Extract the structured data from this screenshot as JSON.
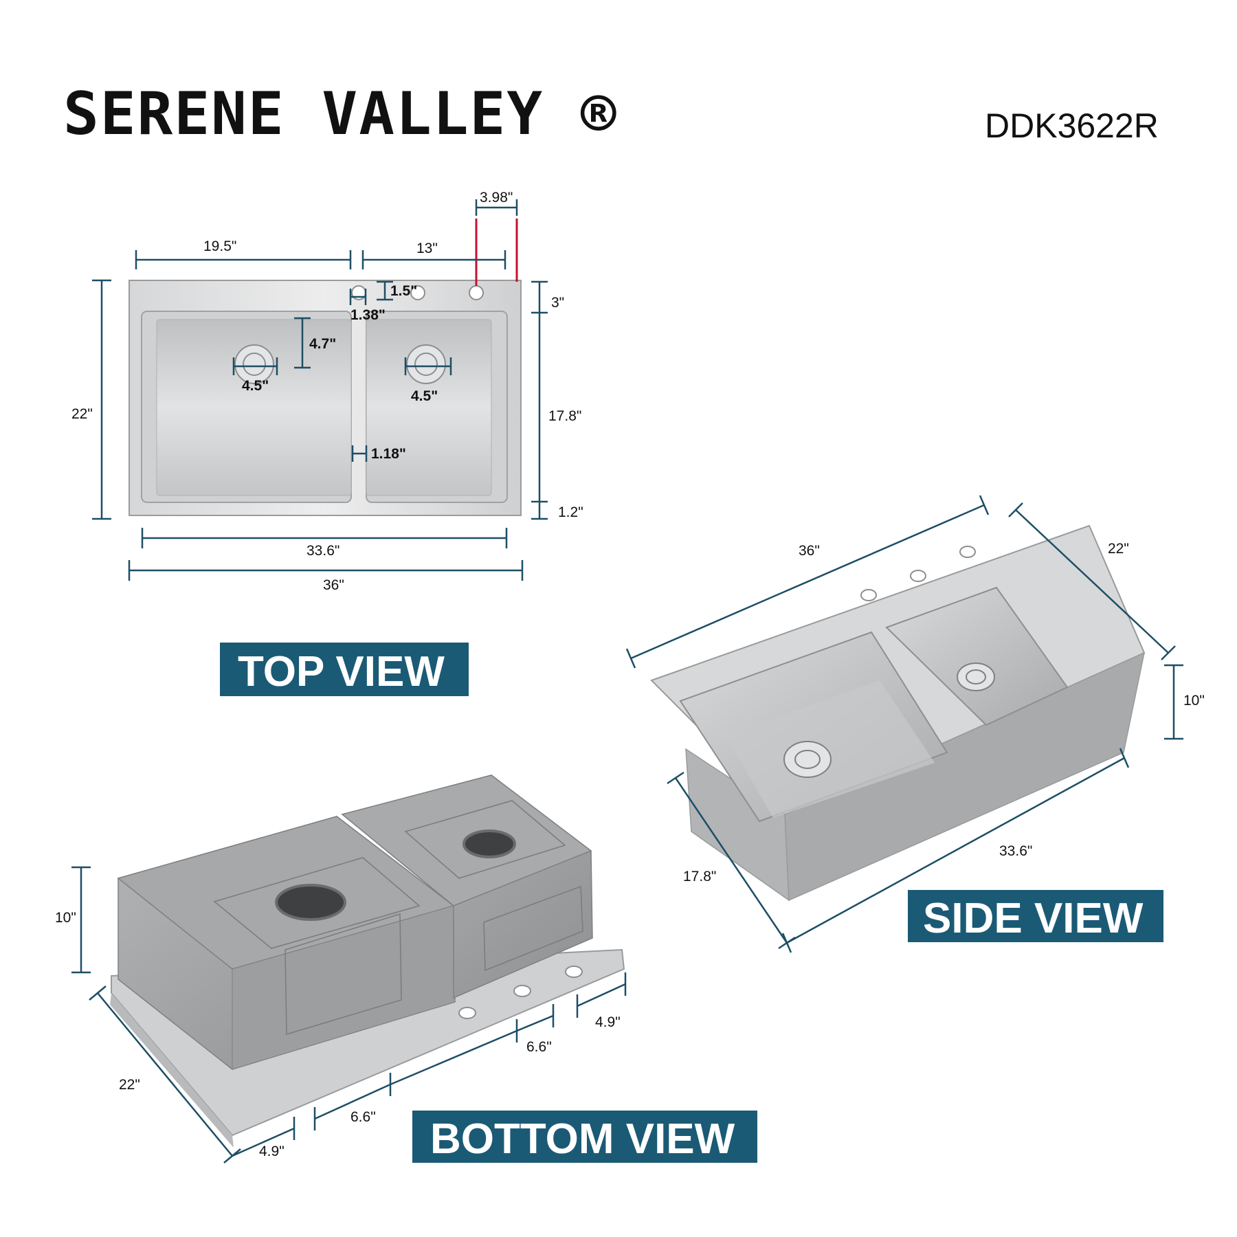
{
  "brand": {
    "name": "SERENE VALLEY ®"
  },
  "model": "DDK3622R",
  "colors": {
    "label_bg": "#1b5a75",
    "dim_line": "#1d4e65",
    "steel": "#c9cacb",
    "red_marker": "#c8102e"
  },
  "top_view": {
    "label": "TOP VIEW",
    "dims": {
      "d3_98": "3.98\"",
      "d19_5": "19.5\"",
      "d13": "13\"",
      "d1_5": "1.5\"",
      "d1_38": "1.38\"",
      "d3": "3\"",
      "d22": "22\"",
      "d4_7": "4.7\"",
      "d4_5a": "4.5\"",
      "d4_5b": "4.5\"",
      "d17_8": "17.8\"",
      "d1_18": "1.18\"",
      "d1_2": "1.2\"",
      "d33_6": "33.6\"",
      "d36": "36\""
    }
  },
  "side_view": {
    "label": "SIDE VIEW",
    "dims": {
      "d36": "36\"",
      "d22": "22\"",
      "d10": "10\"",
      "d17_8": "17.8\"",
      "d33_6": "33.6\""
    }
  },
  "bottom_view": {
    "label": "BOTTOM VIEW",
    "dims": {
      "d10": "10\"",
      "d22": "22\"",
      "d4_9a": "4.9\"",
      "d6_6a": "6.6\"",
      "d6_6b": "6.6\"",
      "d4_9b": "4.9\""
    }
  }
}
